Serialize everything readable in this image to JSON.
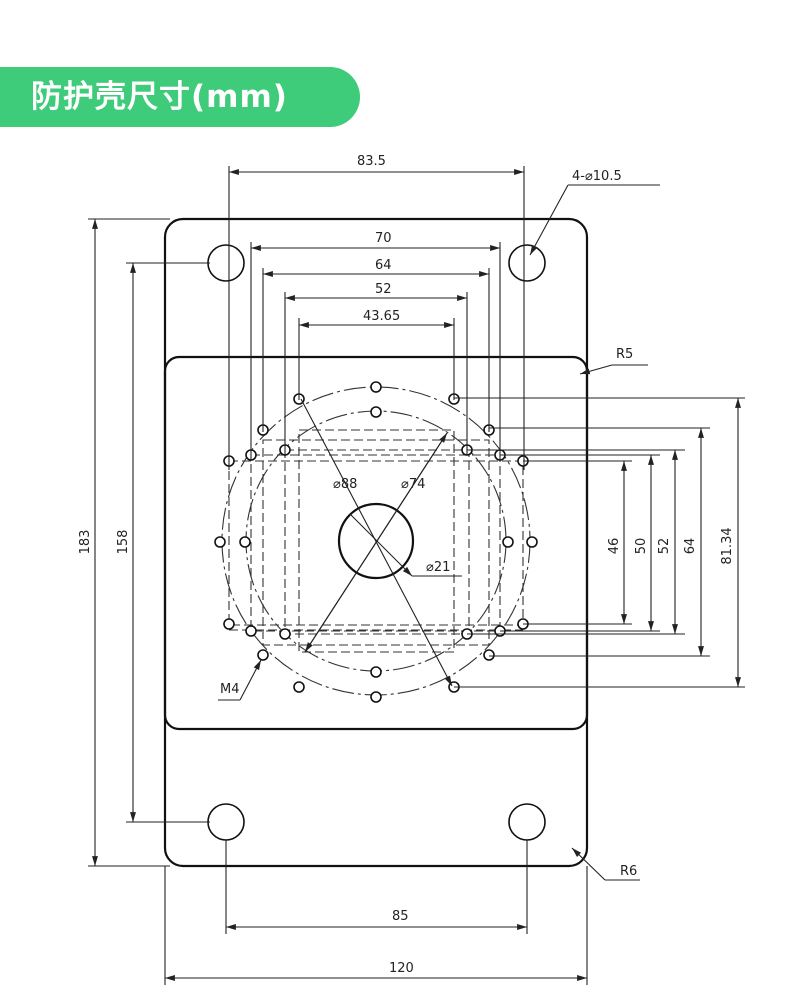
{
  "header": {
    "title": "防护壳尺寸(mm)",
    "color": "#3ecb7a"
  },
  "dimensions": {
    "top_hole_spacing": "83.5",
    "mount_hole_callout": "4-⌀10.5",
    "pattern_70": "70",
    "pattern_64": "64",
    "pattern_52": "52",
    "pattern_43_65": "43.65",
    "inner_radius": "R5",
    "outer_radius": "R6",
    "circle_88": "⌀88",
    "circle_74": "⌀74",
    "center_hole": "⌀21",
    "thread": "M4",
    "overall_height": "183",
    "hole_vertical_spacing": "158",
    "right_46": "46",
    "right_50": "50",
    "right_52": "52",
    "right_64": "64",
    "right_81_34": "81.34",
    "bottom_hole_spacing": "85",
    "overall_width": "120"
  }
}
